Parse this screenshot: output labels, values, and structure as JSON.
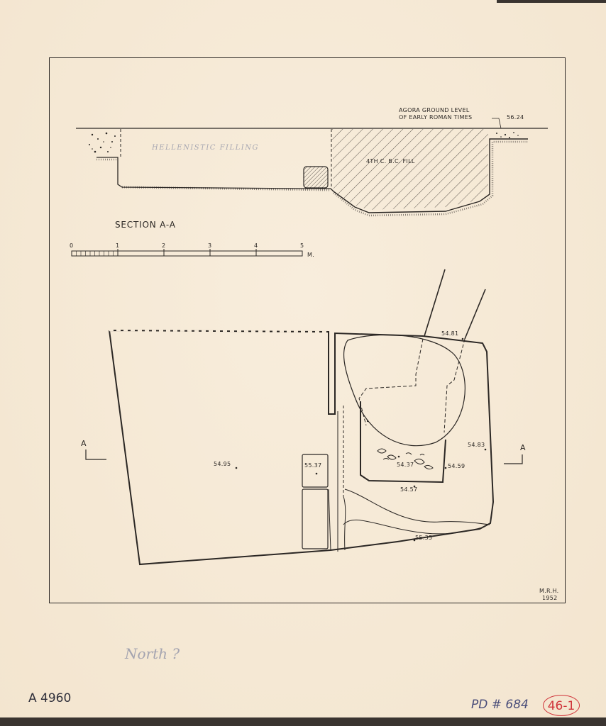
{
  "section": {
    "ground_label_line1": "AGORA GROUND LEVEL",
    "ground_label_line2": "OF EARLY ROMAN TIMES",
    "ground_level": "56.24",
    "hellenistic_label": "HELLENISTIC FILLING",
    "fill_label": "4TH C. B.C. FILL",
    "title": "SECTION A-A"
  },
  "scale": {
    "ticks": [
      "0",
      "1",
      "2",
      "3",
      "4",
      "5"
    ],
    "unit": "M."
  },
  "plan": {
    "section_marker": "A",
    "levels": [
      "54.95",
      "55.37",
      "54.37",
      "54.59",
      "54.57",
      "54.83",
      "54.81",
      "55.35"
    ]
  },
  "credit": {
    "initials": "M.R.H.",
    "year": "1952"
  },
  "annotations": {
    "north_note": "North ?",
    "catalog_id": "A 4960",
    "pd_number": "PD # 684",
    "stamp": "46-1"
  }
}
